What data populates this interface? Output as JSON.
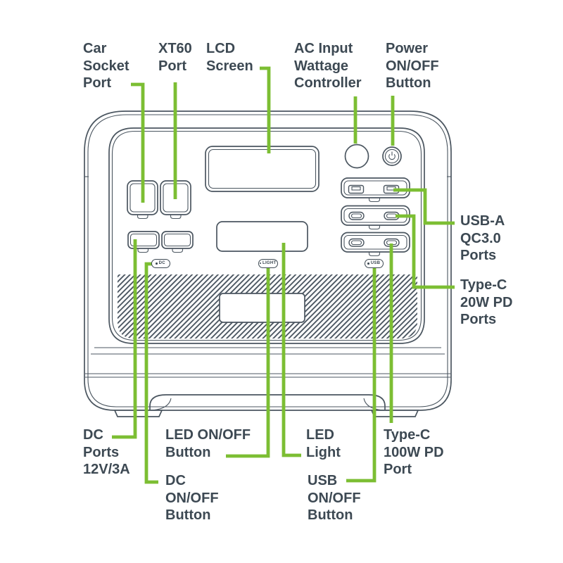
{
  "diagram_title": "Portable power station front panel diagram",
  "colors": {
    "outline": "#4b5660",
    "text": "#3d4953",
    "leader": "#7cbe33",
    "hatch": "#4d5863",
    "background": "#ffffff"
  },
  "labels": [
    {
      "id": "car-socket-port",
      "text": "Car\nSocket\nPort"
    },
    {
      "id": "xt60-port",
      "text": "XT60\nPort"
    },
    {
      "id": "lcd-screen",
      "text": "LCD\nScreen"
    },
    {
      "id": "ac-input-wattage-controller",
      "text": "AC Input\nWattage\nController"
    },
    {
      "id": "power-on-off-button",
      "text": "Power\nON/OFF\nButton"
    },
    {
      "id": "usb-a-qc3-ports",
      "text": "USB-A\nQC3.0\nPorts"
    },
    {
      "id": "type-c-20w-pd-ports",
      "text": "Type-C\n20W PD\nPorts"
    },
    {
      "id": "dc-ports-12v-3a",
      "text": "DC\nPorts\n12V/3A"
    },
    {
      "id": "led-on-off-button",
      "text": "LED ON/OFF\nButton"
    },
    {
      "id": "dc-on-off-button",
      "text": "DC\nON/OFF\nButton"
    },
    {
      "id": "led-light",
      "text": "LED\nLight"
    },
    {
      "id": "usb-on-off-button",
      "text": "USB\nON/OFF\nButton"
    },
    {
      "id": "type-c-100w-pd-port",
      "text": "Type-C\n100W PD\nPort"
    }
  ],
  "panel_buttons": [
    {
      "id": "dc-button",
      "text": "DC"
    },
    {
      "id": "light-button",
      "text": "LIGHT"
    },
    {
      "id": "usb-button",
      "text": "USB"
    }
  ]
}
